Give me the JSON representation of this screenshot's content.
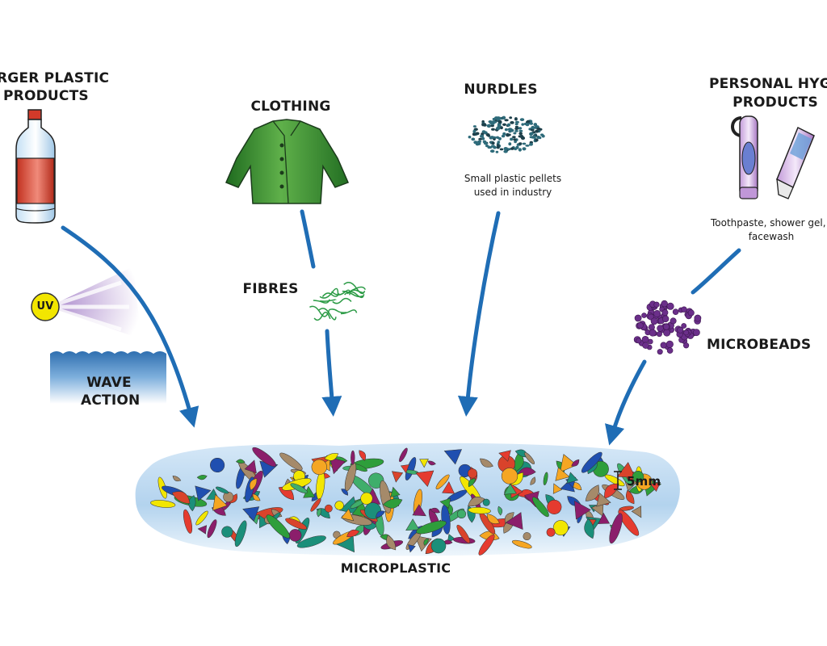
{
  "labels": {
    "larger_plastic": [
      "RGER PLASTIC",
      "PRODUCTS"
    ],
    "clothing": "CLOTHING",
    "nurdles": "NURDLES",
    "nurdles_desc": [
      "Small plastic pellets",
      "used in industry"
    ],
    "personal_hygiene": [
      "PERSONAL HYGIEI",
      "PRODUCTS"
    ],
    "hygiene_desc": [
      "Toothpaste, shower gel,",
      "facewash"
    ],
    "uv": "UV",
    "wave_action": [
      "WAVE",
      "ACTION"
    ],
    "fibres": "FIBRES",
    "microbeads": "MICROBEADS",
    "scale": "5mm",
    "microplastic": "MICROPLASTIC"
  },
  "colors": {
    "arrow": "#1f6db5",
    "jacket": "#2e8b2e",
    "nurdles": "#2e6b7a",
    "microbeads": "#6b2f8a",
    "water": "#a9cdeb",
    "uv_sun": "#f2e600",
    "bottle_label": "#d9432b"
  }
}
